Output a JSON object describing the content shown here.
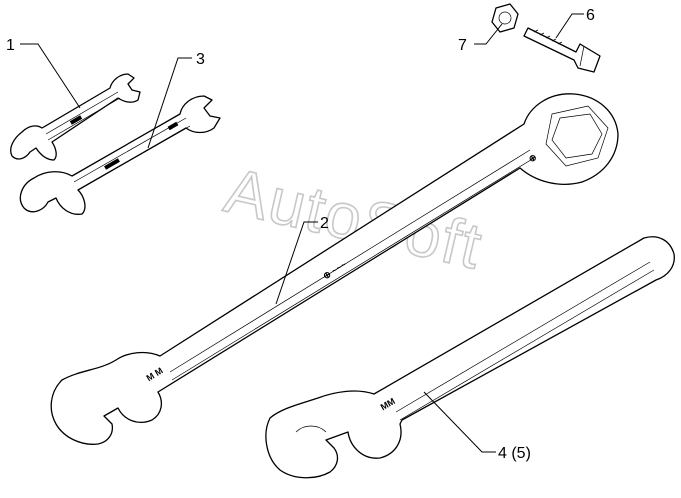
{
  "watermark": "AutoSoft",
  "callouts": {
    "c1": "1",
    "c2": "2",
    "c3": "3",
    "c4": "4 (5)",
    "c6": "6",
    "c7": "7"
  }
}
